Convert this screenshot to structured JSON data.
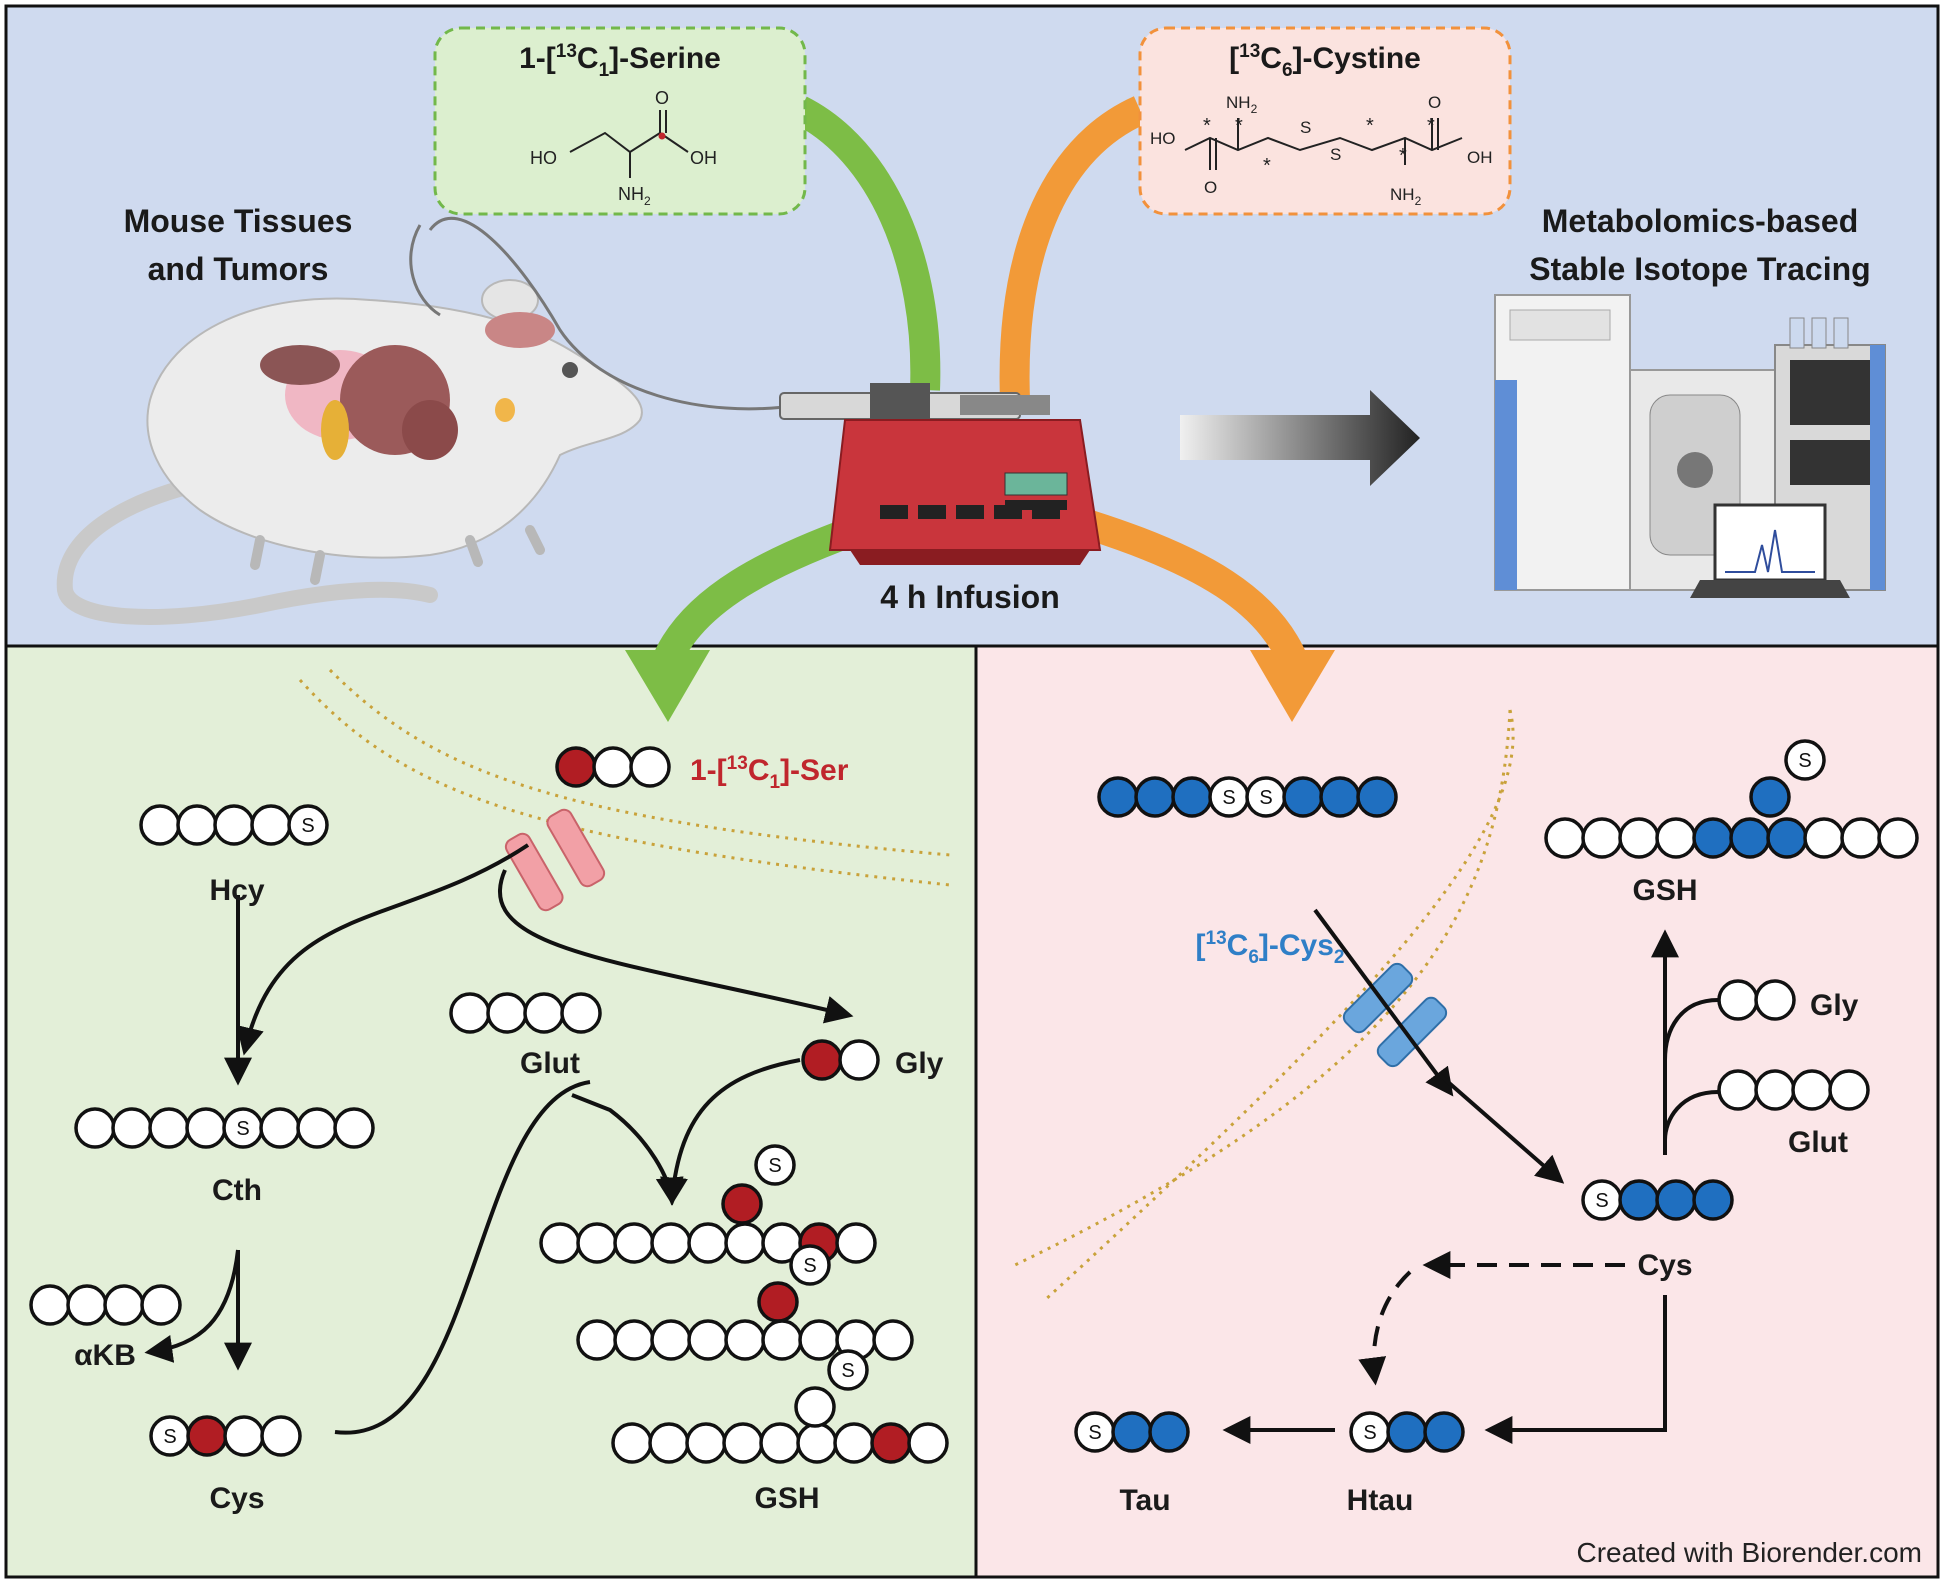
{
  "colors": {
    "top_panel_bg": "#cfdaef",
    "left_panel_bg": "#e3efd8",
    "right_panel_bg": "#fbe6e8",
    "serine_box_bg": "#dcefcf",
    "serine_box_border": "#72b84a",
    "cystine_box_bg": "#fbe3df",
    "cystine_box_border": "#f2913b",
    "green_arrow": "#7dbd46",
    "orange_arrow": "#f29a38",
    "labeled_carbon_red": "#b11d23",
    "labeled_carbon_blue": "#1f6fc0",
    "serine_label": "#c0262d",
    "cystine_label": "#2f7fc7",
    "membrane": "#c9a23a",
    "transporter_pink": "#f2a0a6",
    "transporter_blue": "#6aa6dd"
  },
  "top": {
    "serine_tracer": {
      "title_pre": "1-[",
      "title_sup": "13",
      "title_C": "C",
      "title_sub": "1",
      "title_post": "]-Serine",
      "ho": "HO",
      "oh": "OH",
      "o": "O",
      "nh2": "NH",
      "nh2_sub": "2"
    },
    "cystine_tracer": {
      "title_pre": "[",
      "title_sup": "13",
      "title_C": "C",
      "title_sub": "6",
      "title_post": "]-Cystine",
      "ho": "HO",
      "oh": "OH",
      "o": "O",
      "s": "S",
      "nh2": "NH",
      "nh2_sub": "2",
      "star": "*"
    },
    "mouse_label_line1": "Mouse Tissues",
    "mouse_label_line2": "and Tumors",
    "infusion_label": "4 h Infusion",
    "ms_label_line1": "Metabolomics-based",
    "ms_label_line2": "Stable Isotope Tracing"
  },
  "left": {
    "ser_label_pre": "1-[",
    "ser_label_sup": "13",
    "ser_label_C": "C",
    "ser_label_sub": "1",
    "ser_label_post": "]-Ser",
    "hcy": "Hcy",
    "glut": "Glut",
    "gly": "Gly",
    "cth": "Cth",
    "akb": "αKB",
    "cys": "Cys",
    "gsh": "GSH",
    "s": "S"
  },
  "right": {
    "cys2_pre": "[",
    "cys2_sup": "13",
    "cys2_C": "C",
    "cys2_sub6": "6",
    "cys2_post": "]-Cys",
    "cys2_sub2": "2",
    "gsh": "GSH",
    "gly": "Gly",
    "glut": "Glut",
    "cys": "Cys",
    "tau": "Tau",
    "htau": "Htau",
    "s": "S"
  },
  "credit": "Created with Biorender.com"
}
